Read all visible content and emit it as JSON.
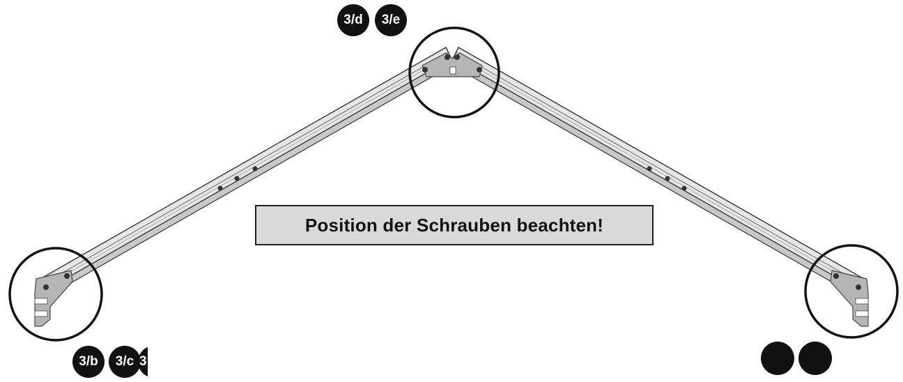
{
  "note": "Position der Schrauben beachten!",
  "badges_top": [
    "3/d",
    "3/e"
  ],
  "badges_bottom_left": [
    "3/b",
    "3/c",
    "3"
  ],
  "colors": {
    "ink": "#111111",
    "rail": "#bdbdbd",
    "rail_light": "#e6e6e6",
    "plate": "#b5b5b5",
    "note_bg": "#d9d9d9"
  }
}
